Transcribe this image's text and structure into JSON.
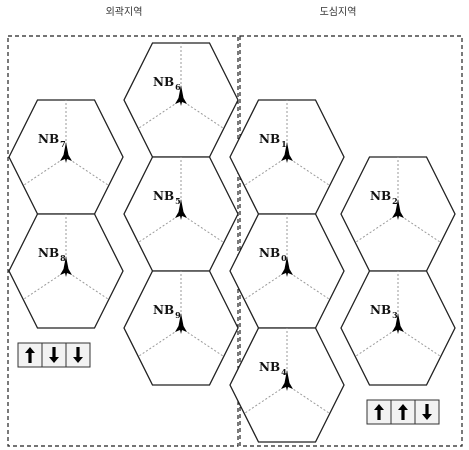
{
  "regions": [
    {
      "title": "외곽지역",
      "arrows": [
        "up",
        "down",
        "down"
      ]
    },
    {
      "title": "도심지역",
      "arrows": [
        "up",
        "up",
        "down"
      ]
    }
  ],
  "cells": [
    {
      "label": "NB",
      "sub": "6"
    },
    {
      "label": "NB",
      "sub": "7"
    },
    {
      "label": "NB",
      "sub": "5"
    },
    {
      "label": "NB",
      "sub": "8"
    },
    {
      "label": "NB",
      "sub": "9"
    },
    {
      "label": "NB",
      "sub": "1"
    },
    {
      "label": "NB",
      "sub": "2"
    },
    {
      "label": "NB",
      "sub": "0"
    },
    {
      "label": "NB",
      "sub": "3"
    },
    {
      "label": "NB",
      "sub": "4"
    }
  ],
  "colors": {
    "line": "#222222",
    "divider": "#9a9a9a",
    "antenna": "#000000",
    "arrow_box_bg": "#f2f2f2"
  }
}
